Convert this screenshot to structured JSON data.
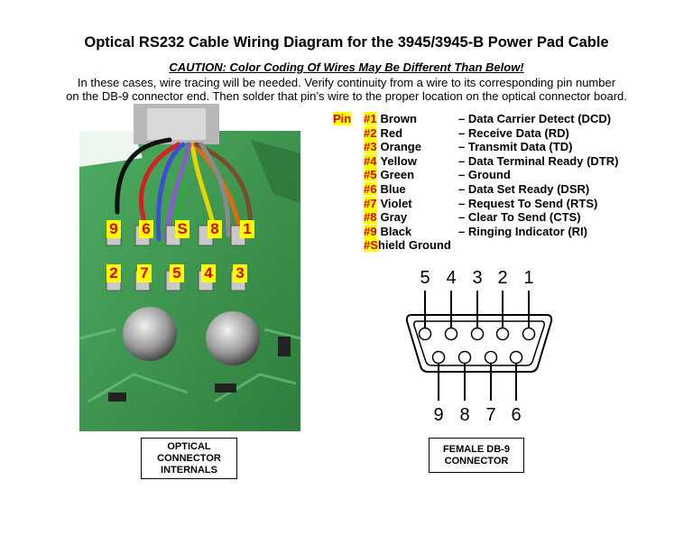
{
  "title": "Optical RS232 Cable Wiring Diagram for the 3945/3945-B Power Pad Cable",
  "caution": "CAUTION: Color Coding Of Wires May Be Different Than Below!",
  "intro_line1": "In these cases, wire tracing will be needed.  Verify continuity from a wire to its corresponding pin number",
  "intro_line2": "on the DB-9 connector end.  Then solder that pin’s wire to the proper location on the optical connector board.",
  "pin_header": "Pin",
  "pins": [
    {
      "num": "#1",
      "color": "Brown",
      "signal": "– Data Carrier Detect (DCD)"
    },
    {
      "num": "#2",
      "color": "Red",
      "signal": "– Receive Data (RD)"
    },
    {
      "num": "#3",
      "color": "Orange",
      "signal": "– Transmit Data (TD)"
    },
    {
      "num": "#4",
      "color": "Yellow",
      "signal": "– Data Terminal Ready (DTR)"
    },
    {
      "num": "#5",
      "color": "Green",
      "signal": "– Ground"
    },
    {
      "num": "#6",
      "color": "Blue",
      "signal": "– Data Set Ready (DSR)"
    },
    {
      "num": "#7",
      "color": "Violet",
      "signal": "– Request To Send (RTS)"
    },
    {
      "num": "#8",
      "color": "Gray",
      "signal": "– Clear To Send (CTS)"
    },
    {
      "num": "#9",
      "color": "Black",
      "signal": "– Ringing Indicator (RI)"
    }
  ],
  "shield": {
    "prefix": "#S",
    "rest": "hield Ground"
  },
  "photo_labels_top": [
    "9",
    "6",
    "S",
    "8",
    "1"
  ],
  "photo_labels_bottom": [
    "2",
    "7",
    "5",
    "4",
    "3"
  ],
  "db9_top_numbers": [
    "5",
    "4",
    "3",
    "2",
    "1"
  ],
  "db9_bottom_numbers": [
    "9",
    "8",
    "7",
    "6"
  ],
  "box_optical": [
    "OPTICAL",
    "CONNECTOR",
    "INTERNALS"
  ],
  "box_db9": [
    "FEMALE DB-9",
    "CONNECTOR"
  ],
  "colors": {
    "highlight": "#ffff00",
    "pin_red": "#e00000",
    "board_green": "#3a8f4a"
  }
}
